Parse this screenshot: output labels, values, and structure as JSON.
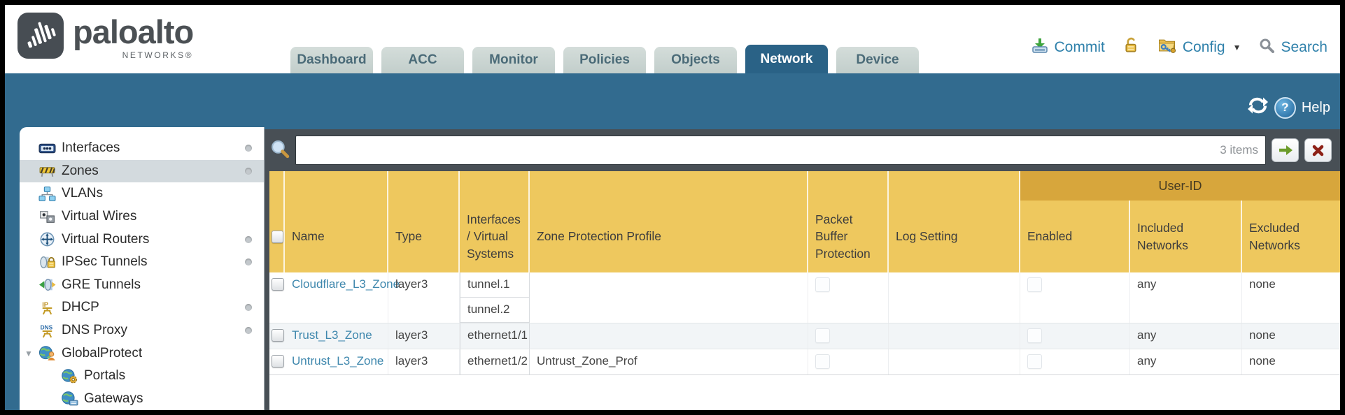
{
  "brand": {
    "name": "paloalto",
    "subtitle": "NETWORKS®"
  },
  "nav_tabs": [
    {
      "label": "Dashboard"
    },
    {
      "label": "ACC"
    },
    {
      "label": "Monitor"
    },
    {
      "label": "Policies"
    },
    {
      "label": "Objects"
    },
    {
      "label": "Network",
      "active": true
    },
    {
      "label": "Device"
    }
  ],
  "top_actions": {
    "commit": "Commit",
    "config": "Config",
    "search": "Search"
  },
  "toolbar": {
    "help": "Help"
  },
  "sidebar": [
    {
      "label": "Interfaces",
      "icon": "interfaces-icon",
      "dot": true
    },
    {
      "label": "Zones",
      "icon": "zones-icon",
      "dot": true,
      "selected": true
    },
    {
      "label": "VLANs",
      "icon": "vlans-icon"
    },
    {
      "label": "Virtual Wires",
      "icon": "virtual-wires-icon"
    },
    {
      "label": "Virtual Routers",
      "icon": "virtual-routers-icon",
      "dot": true
    },
    {
      "label": "IPSec Tunnels",
      "icon": "ipsec-tunnels-icon",
      "dot": true
    },
    {
      "label": "GRE Tunnels",
      "icon": "gre-tunnels-icon"
    },
    {
      "label": "DHCP",
      "icon": "dhcp-icon",
      "dot": true
    },
    {
      "label": "DNS Proxy",
      "icon": "dns-proxy-icon",
      "dot": true
    },
    {
      "label": "GlobalProtect",
      "icon": "globalprotect-icon",
      "expanded": true
    },
    {
      "label": "Portals",
      "icon": "portals-icon",
      "child": true
    },
    {
      "label": "Gateways",
      "icon": "gateways-icon",
      "child": true
    }
  ],
  "filter": {
    "value": "",
    "items_count": "3 items"
  },
  "table": {
    "group_header": "User-ID",
    "columns": [
      "Name",
      "Type",
      "Interfaces / Virtual Systems",
      "Zone Protection Profile",
      "Packet Buffer Protection",
      "Log Setting",
      "Enabled",
      "Included Networks",
      "Excluded Networks"
    ],
    "rows": [
      {
        "name": "Cloudflare_L3_Zone",
        "type": "layer3",
        "interfaces": [
          "tunnel.1",
          "tunnel.2"
        ],
        "zone_protection_profile": "",
        "log_setting": "",
        "included_networks": "any",
        "excluded_networks": "none"
      },
      {
        "name": "Trust_L3_Zone",
        "type": "layer3",
        "interfaces": [
          "ethernet1/1"
        ],
        "zone_protection_profile": "",
        "log_setting": "",
        "included_networks": "any",
        "excluded_networks": "none"
      },
      {
        "name": "Untrust_L3_Zone",
        "type": "layer3",
        "interfaces": [
          "ethernet1/2"
        ],
        "zone_protection_profile": "Untrust_Zone_Prof",
        "log_setting": "",
        "included_networks": "any",
        "excluded_networks": "none"
      }
    ]
  },
  "colors": {
    "accent_teal": "#326b8f",
    "header_amber": "#eec85e",
    "userid_amber": "#d7a63c",
    "link_blue": "#3e87ad",
    "charcoal": "#484f55",
    "tab_active": "#2a6286"
  }
}
